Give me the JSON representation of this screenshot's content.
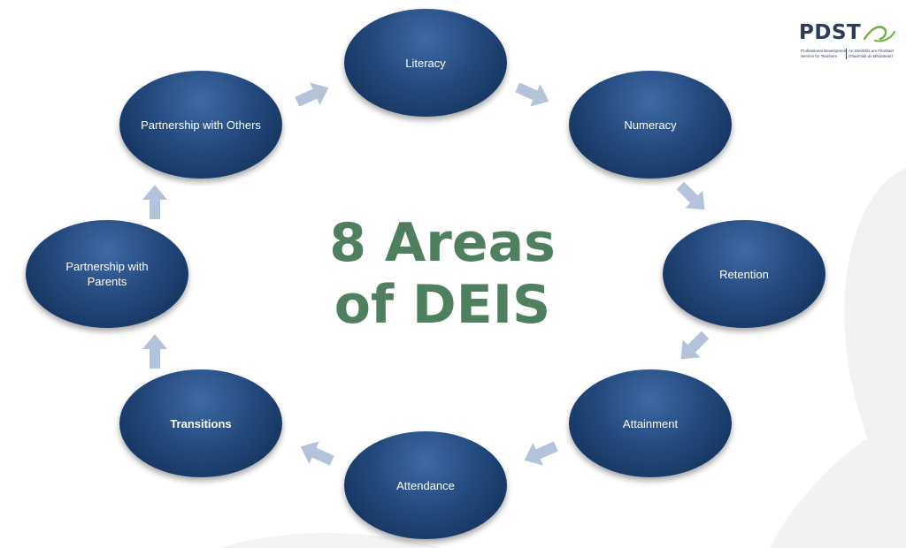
{
  "diagram": {
    "title_line1": "8 Areas",
    "title_line2": "of DEIS",
    "nodes": [
      {
        "id": "literacy",
        "label": "Literacy",
        "bold": false
      },
      {
        "id": "numeracy",
        "label": "Numeracy",
        "bold": false
      },
      {
        "id": "retention",
        "label": "Retention",
        "bold": false
      },
      {
        "id": "attainment",
        "label": "Attainment",
        "bold": false
      },
      {
        "id": "attendance",
        "label": "Attendance",
        "bold": false
      },
      {
        "id": "transitions",
        "label": "Transitions",
        "bold": true
      },
      {
        "id": "partnership-parents",
        "label": "Partnership with Parents",
        "bold": false
      },
      {
        "id": "partnership-others",
        "label": "Partnership with Others",
        "bold": false
      }
    ],
    "edges": [
      {
        "from": "literacy",
        "to": "numeracy"
      },
      {
        "from": "numeracy",
        "to": "retention"
      },
      {
        "from": "retention",
        "to": "attainment"
      },
      {
        "from": "attainment",
        "to": "attendance"
      },
      {
        "from": "attendance",
        "to": "transitions"
      },
      {
        "from": "transitions",
        "to": "partnership-parents"
      },
      {
        "from": "partnership-parents",
        "to": "partnership-others"
      },
      {
        "from": "partnership-others",
        "to": "literacy"
      }
    ],
    "colors": {
      "node": "#1f4479",
      "arrow": "#b4c3d9",
      "title": "#4e8060"
    }
  },
  "logo": {
    "wordmark": "PDST",
    "tagline_en": "Professional Development\nService for Teachers",
    "tagline_ga": "An tSeirbhís um Fhorbairt\nGhairmiúil do Mhúinteoirí"
  },
  "icons": [
    "right-arrow-icon",
    "pdst-logo-icon"
  ]
}
